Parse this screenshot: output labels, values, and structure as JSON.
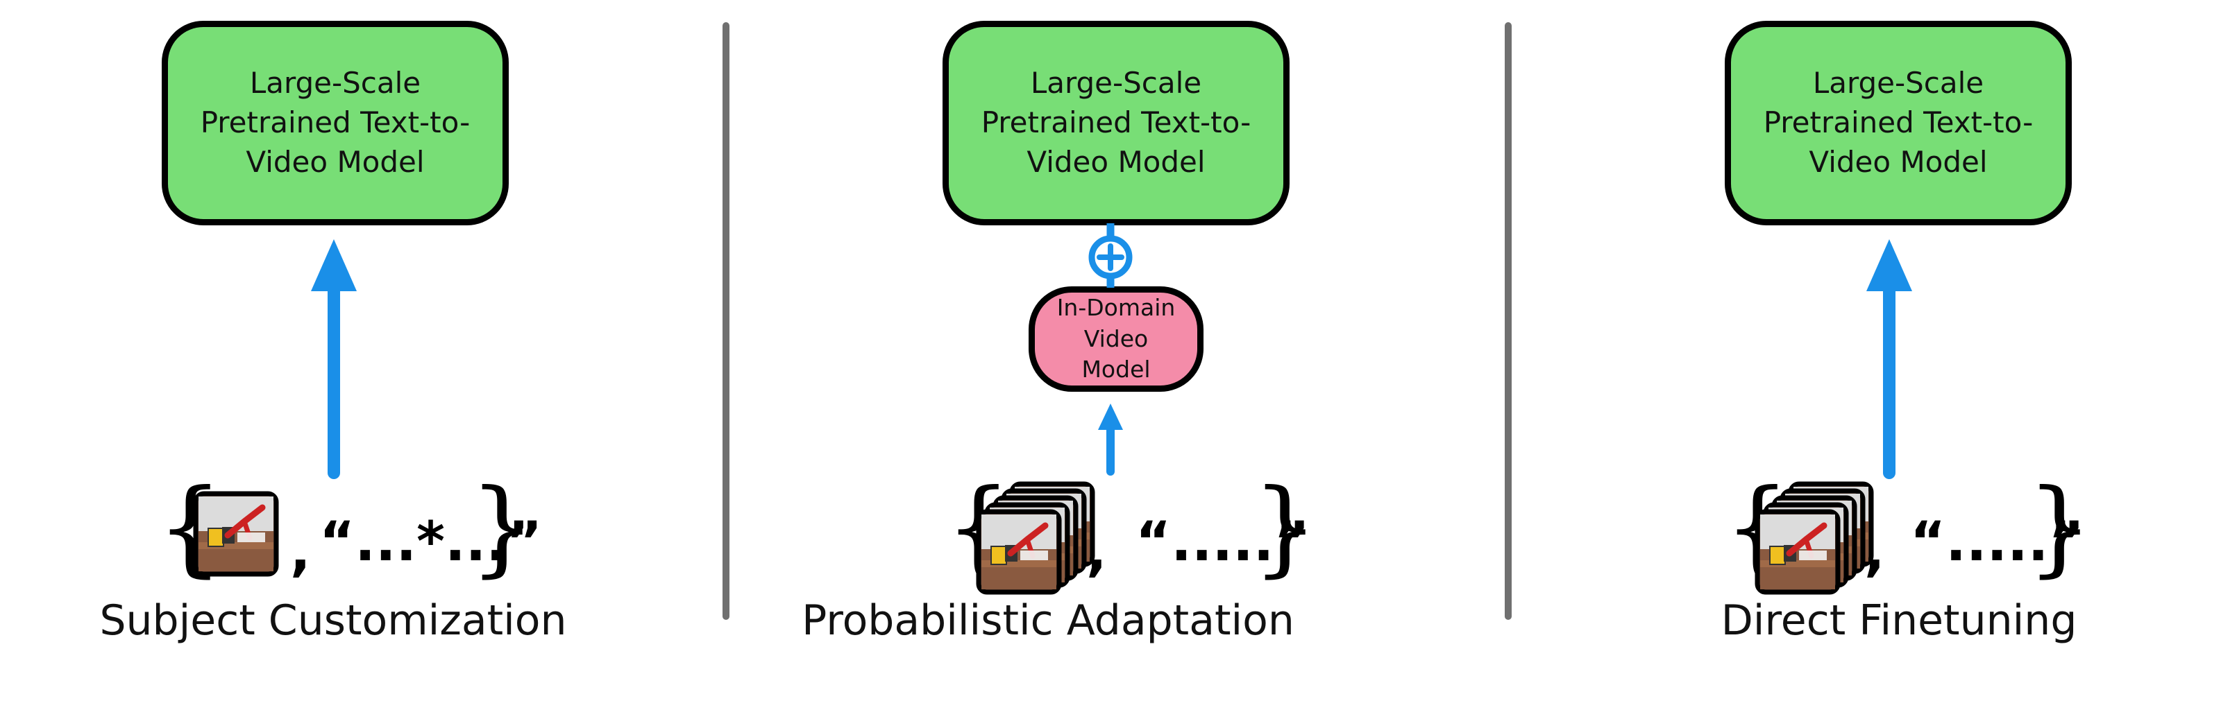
{
  "panels": [
    {
      "model_label": "Large-Scale Pretrained Text-to-Video Model",
      "input_text": "“...*...”",
      "caption": "Subject Customization"
    },
    {
      "model_label": "Large-Scale Pretrained Text-to-Video Model",
      "adapter_label": "In-Domain Video Model",
      "input_text": "“.....”",
      "caption": "Probabilistic Adaptation"
    },
    {
      "model_label": "Large-Scale Pretrained Text-to-Video Model",
      "input_text": "“.....”",
      "caption": "Direct Finetuning"
    }
  ],
  "colors": {
    "pretrained_model": "#78de76",
    "in_domain_model": "#f48ca9",
    "arrow": "#1a8fe8",
    "divider": "#707070"
  }
}
